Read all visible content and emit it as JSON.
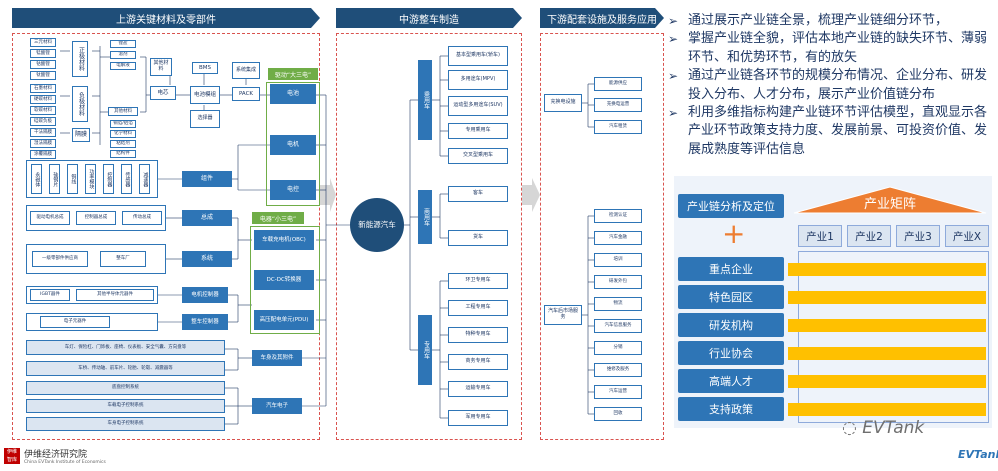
{
  "banners": {
    "upstream": "上游关键材料及零部件",
    "midstream": "中游整车制造",
    "downstream": "下游配套设施及服务应用"
  },
  "upstream": {
    "materials": {
      "cathode": {
        "items": [
          "三元材料",
          "锰酸锂",
          "钴酸锂",
          "钛酸锂"
        ],
        "label": "正极材料"
      },
      "anode": {
        "items": [
          "石墨材料",
          "硬碳材料",
          "软碳材料",
          "硅碳负极"
        ],
        "label": "负极材料"
      },
      "separator": {
        "items": [
          "干法隔膜",
          "湿法隔膜",
          "涂覆隔膜"
        ],
        "label": "隔膜"
      },
      "electrolyte": {
        "items": [
          "锂盐",
          "溶剂",
          "电解液"
        ]
      },
      "other_materials": {
        "label": "其他材料",
        "items": [
          "铜箔/铝箔",
          "化学材料",
          "粘结剂",
          "结构件"
        ]
      }
    },
    "other_materials_box": "其他材料",
    "cell": "电芯",
    "bms": "BMS",
    "module": "电池模组",
    "pack": "PACK",
    "system_integration": "系统集成",
    "selector": "选择器",
    "ellipsis": "…",
    "motor_parts": [
      "永磁体",
      "硅钢片",
      "铜线",
      "功率模块",
      "控制器",
      "传感器",
      "减速器"
    ],
    "components": "组件",
    "assemblies": [
      "驱动电机总成",
      "控制器总成",
      "传动总成"
    ],
    "assembly_box": "总成",
    "system_parts": [
      "一级零部件供应商",
      "整车厂"
    ],
    "system_box": "系统",
    "igbt": "IGBT器件",
    "semi": "其他半导体元器件",
    "motor_controller": "电机控制器",
    "electronic_parts": "电子元器件",
    "vehicle_controller": "整车控制器",
    "body_parts_row1": "车灯、保险杠、门饰板、座椅、仪表板、安全气囊、方向盘等",
    "body_parts_row2": "车桥、传动轴、前车片、轮胎、轮毂、减震器等",
    "body_box": "车身及其附件",
    "elec_rows": [
      "底盘控制系统",
      "车载电子控制系统",
      "车身电子控制系统"
    ],
    "elec_box": "汽车电子",
    "big3_label": "驱动“大三电”",
    "big3": [
      "电池",
      "电机",
      "电控"
    ],
    "small3_label": "电器“小三电”",
    "small3": [
      "车载充电机(OBC)",
      "DC-DC转换器",
      "高压配电单元(PDU)"
    ]
  },
  "midstream": {
    "center": "新能源汽车",
    "categories": [
      "乘用车",
      "商用车",
      "专用车"
    ],
    "passenger": [
      "基本型乘用车(轿车)",
      "多用途车(MPV)",
      "运动型多用途车(SUV)",
      "专用乘用车",
      "交叉型乘用车"
    ],
    "commercial": [
      "客车",
      "货车"
    ],
    "special": [
      "环卫专用车",
      "工程专用车",
      "特种专用车",
      "商务专用车",
      "运输专用车",
      "军用专用车"
    ]
  },
  "downstream": {
    "charging": "充换电设施",
    "charging_items": [
      "能源供应",
      "充换电运营",
      "汽车租赁"
    ],
    "aftermarket": "汽车后市场服务",
    "aftermarket_items": [
      "检测认证",
      "汽车金融",
      "培训",
      "研发外包",
      "物流",
      "汽车信息服务",
      "分销",
      "维修及服务",
      "汽车运营",
      "回收"
    ]
  },
  "bullets": [
    "通过展示产业链全景，梳理产业链细分环节，",
    "掌握产业链全貌，评估本地产业链的缺失环节、薄弱环节、和优势环节，有的放矢",
    "通过产业链各环节的规模分布情况、企业分布、研发投入分布、人才分布，展示产业价值链分布",
    "利用多维指标构建产业链环节评估模型，直观显示各产业环节政策支持力度、发展前景、可投资价值、发展成熟度等评估信息"
  ],
  "matrix": {
    "left_title": "产业链分析及定位",
    "plus": "+",
    "right_title": "产业矩阵",
    "columns": [
      "产业1",
      "产业2",
      "产业3",
      "产业X"
    ],
    "rows": [
      "重点企业",
      "特色园区",
      "研发机构",
      "行业协会",
      "高端人才",
      "支持政策"
    ]
  },
  "footer": {
    "logo_text": "伊维 智库",
    "institute": "伊维经济研究院",
    "institute_en": "China EVTank Institute of Economics",
    "watermark": "EVTank",
    "brand": "EVTank"
  },
  "colors": {
    "navy": "#1f4e79",
    "blue": "#2e75b6",
    "green": "#70ad47",
    "gold": "#ffc000",
    "dash": "#d9534f"
  }
}
